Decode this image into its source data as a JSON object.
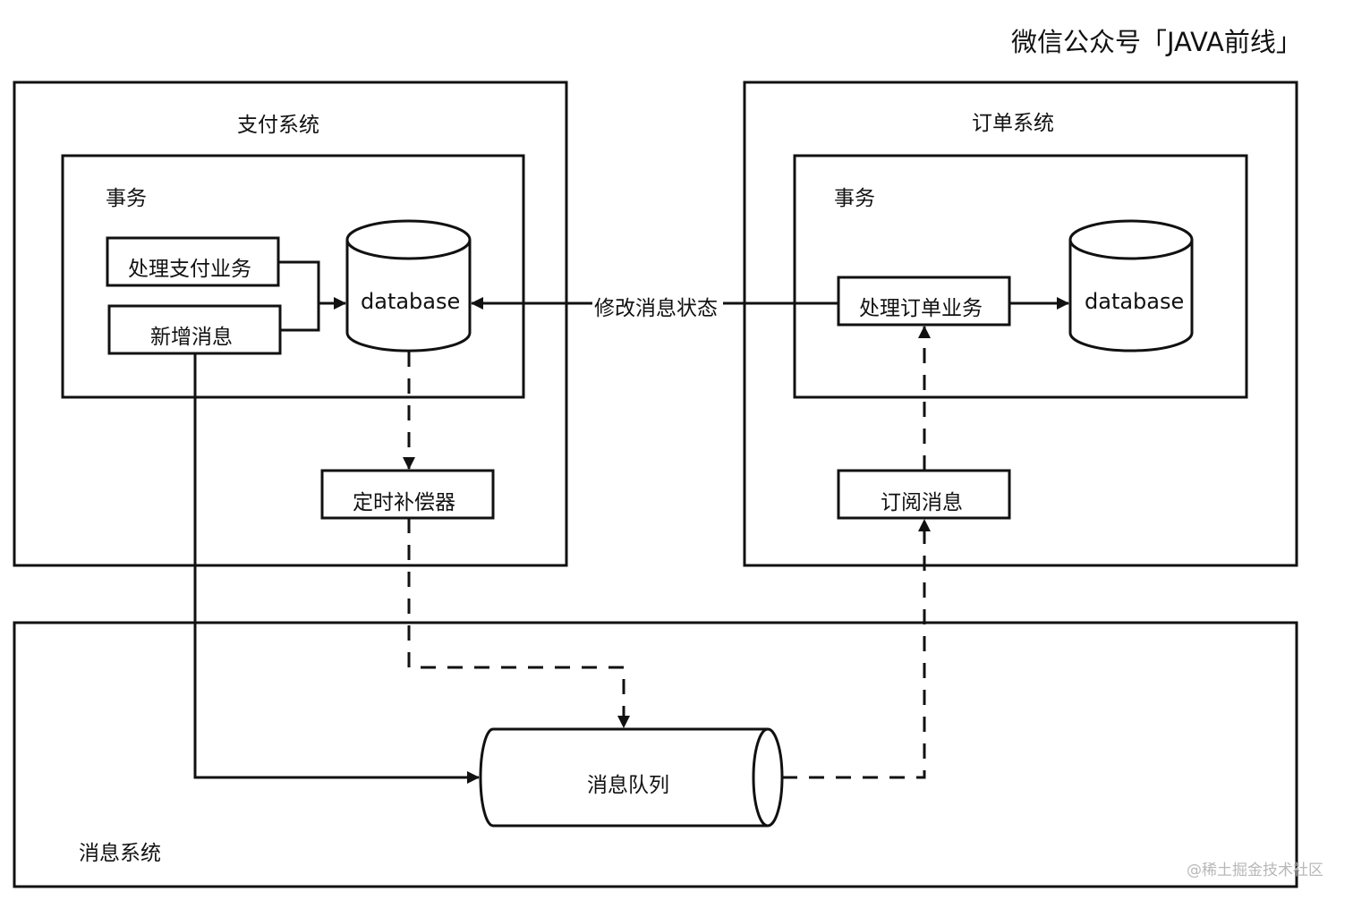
{
  "header": {
    "brand": "微信公众号「JAVA前线」"
  },
  "payment_system": {
    "title": "支付系统",
    "transaction": {
      "title": "事务",
      "process_label": "处理支付业务",
      "add_message_label": "新增消息",
      "database_label": "database"
    },
    "compensator_label": "定时补偿器"
  },
  "order_system": {
    "title": "订单系统",
    "transaction": {
      "title": "事务",
      "process_label": "处理订单业务",
      "database_label": "database"
    },
    "subscribe_label": "订阅消息"
  },
  "message_system": {
    "title": "消息系统",
    "queue_label": "消息队列"
  },
  "edges": {
    "update_status_label": "修改消息状态"
  },
  "colors": {
    "stroke": "#111111",
    "watermark": "#b8b8b8"
  },
  "watermark": "@稀土掘金技术社区"
}
